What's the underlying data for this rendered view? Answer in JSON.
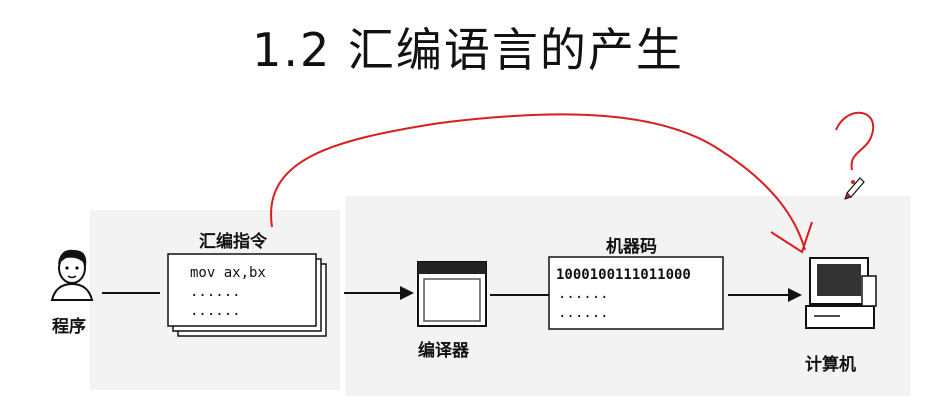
{
  "title": "1.2 汇编语言的产生",
  "programmer": {
    "label": "程序"
  },
  "instructions": {
    "label": "汇编指令",
    "lines": [
      "mov ax,bx",
      "......",
      "......"
    ]
  },
  "compiler": {
    "label": "编译器"
  },
  "machine_code": {
    "label": "机器码",
    "lines": [
      "1000100111011000",
      "......",
      "......"
    ]
  },
  "computer": {
    "label": "计算机"
  },
  "colors": {
    "annotation": "#d81e1e",
    "ink": "#111111"
  },
  "icons": [
    "person-icon",
    "compiler-window-icon",
    "computer-icon",
    "pen-cursor-icon"
  ]
}
